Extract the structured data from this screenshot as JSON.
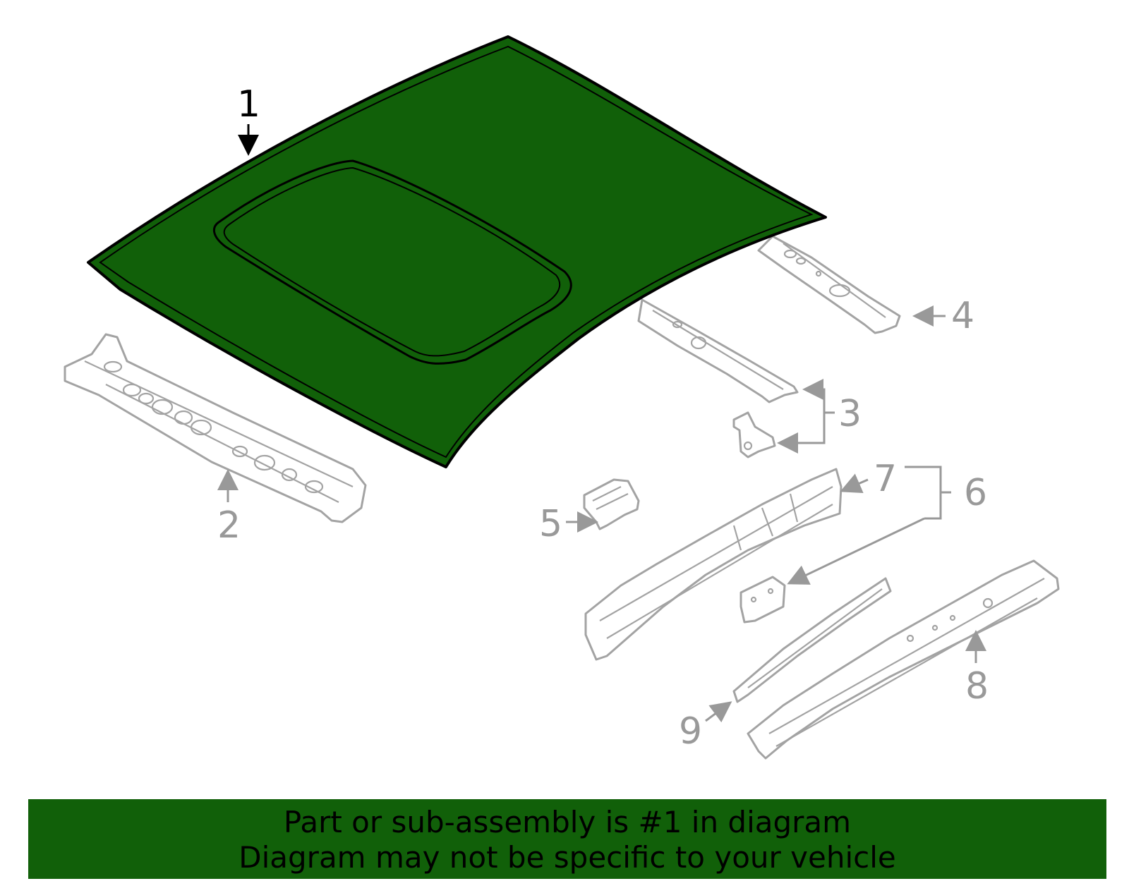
{
  "colors": {
    "highlight": "#116009",
    "part_outline": "#a3a3a3",
    "callout_gray": "#999999",
    "callout_black": "#000000"
  },
  "callouts": {
    "c1": "1",
    "c2": "2",
    "c3": "3",
    "c4": "4",
    "c5": "5",
    "c6": "6",
    "c7": "7",
    "c8": "8",
    "c9": "9"
  },
  "banner": {
    "line1": "Part or sub-assembly is #1 in diagram",
    "line2": "Diagram may not be specific to your vehicle"
  }
}
